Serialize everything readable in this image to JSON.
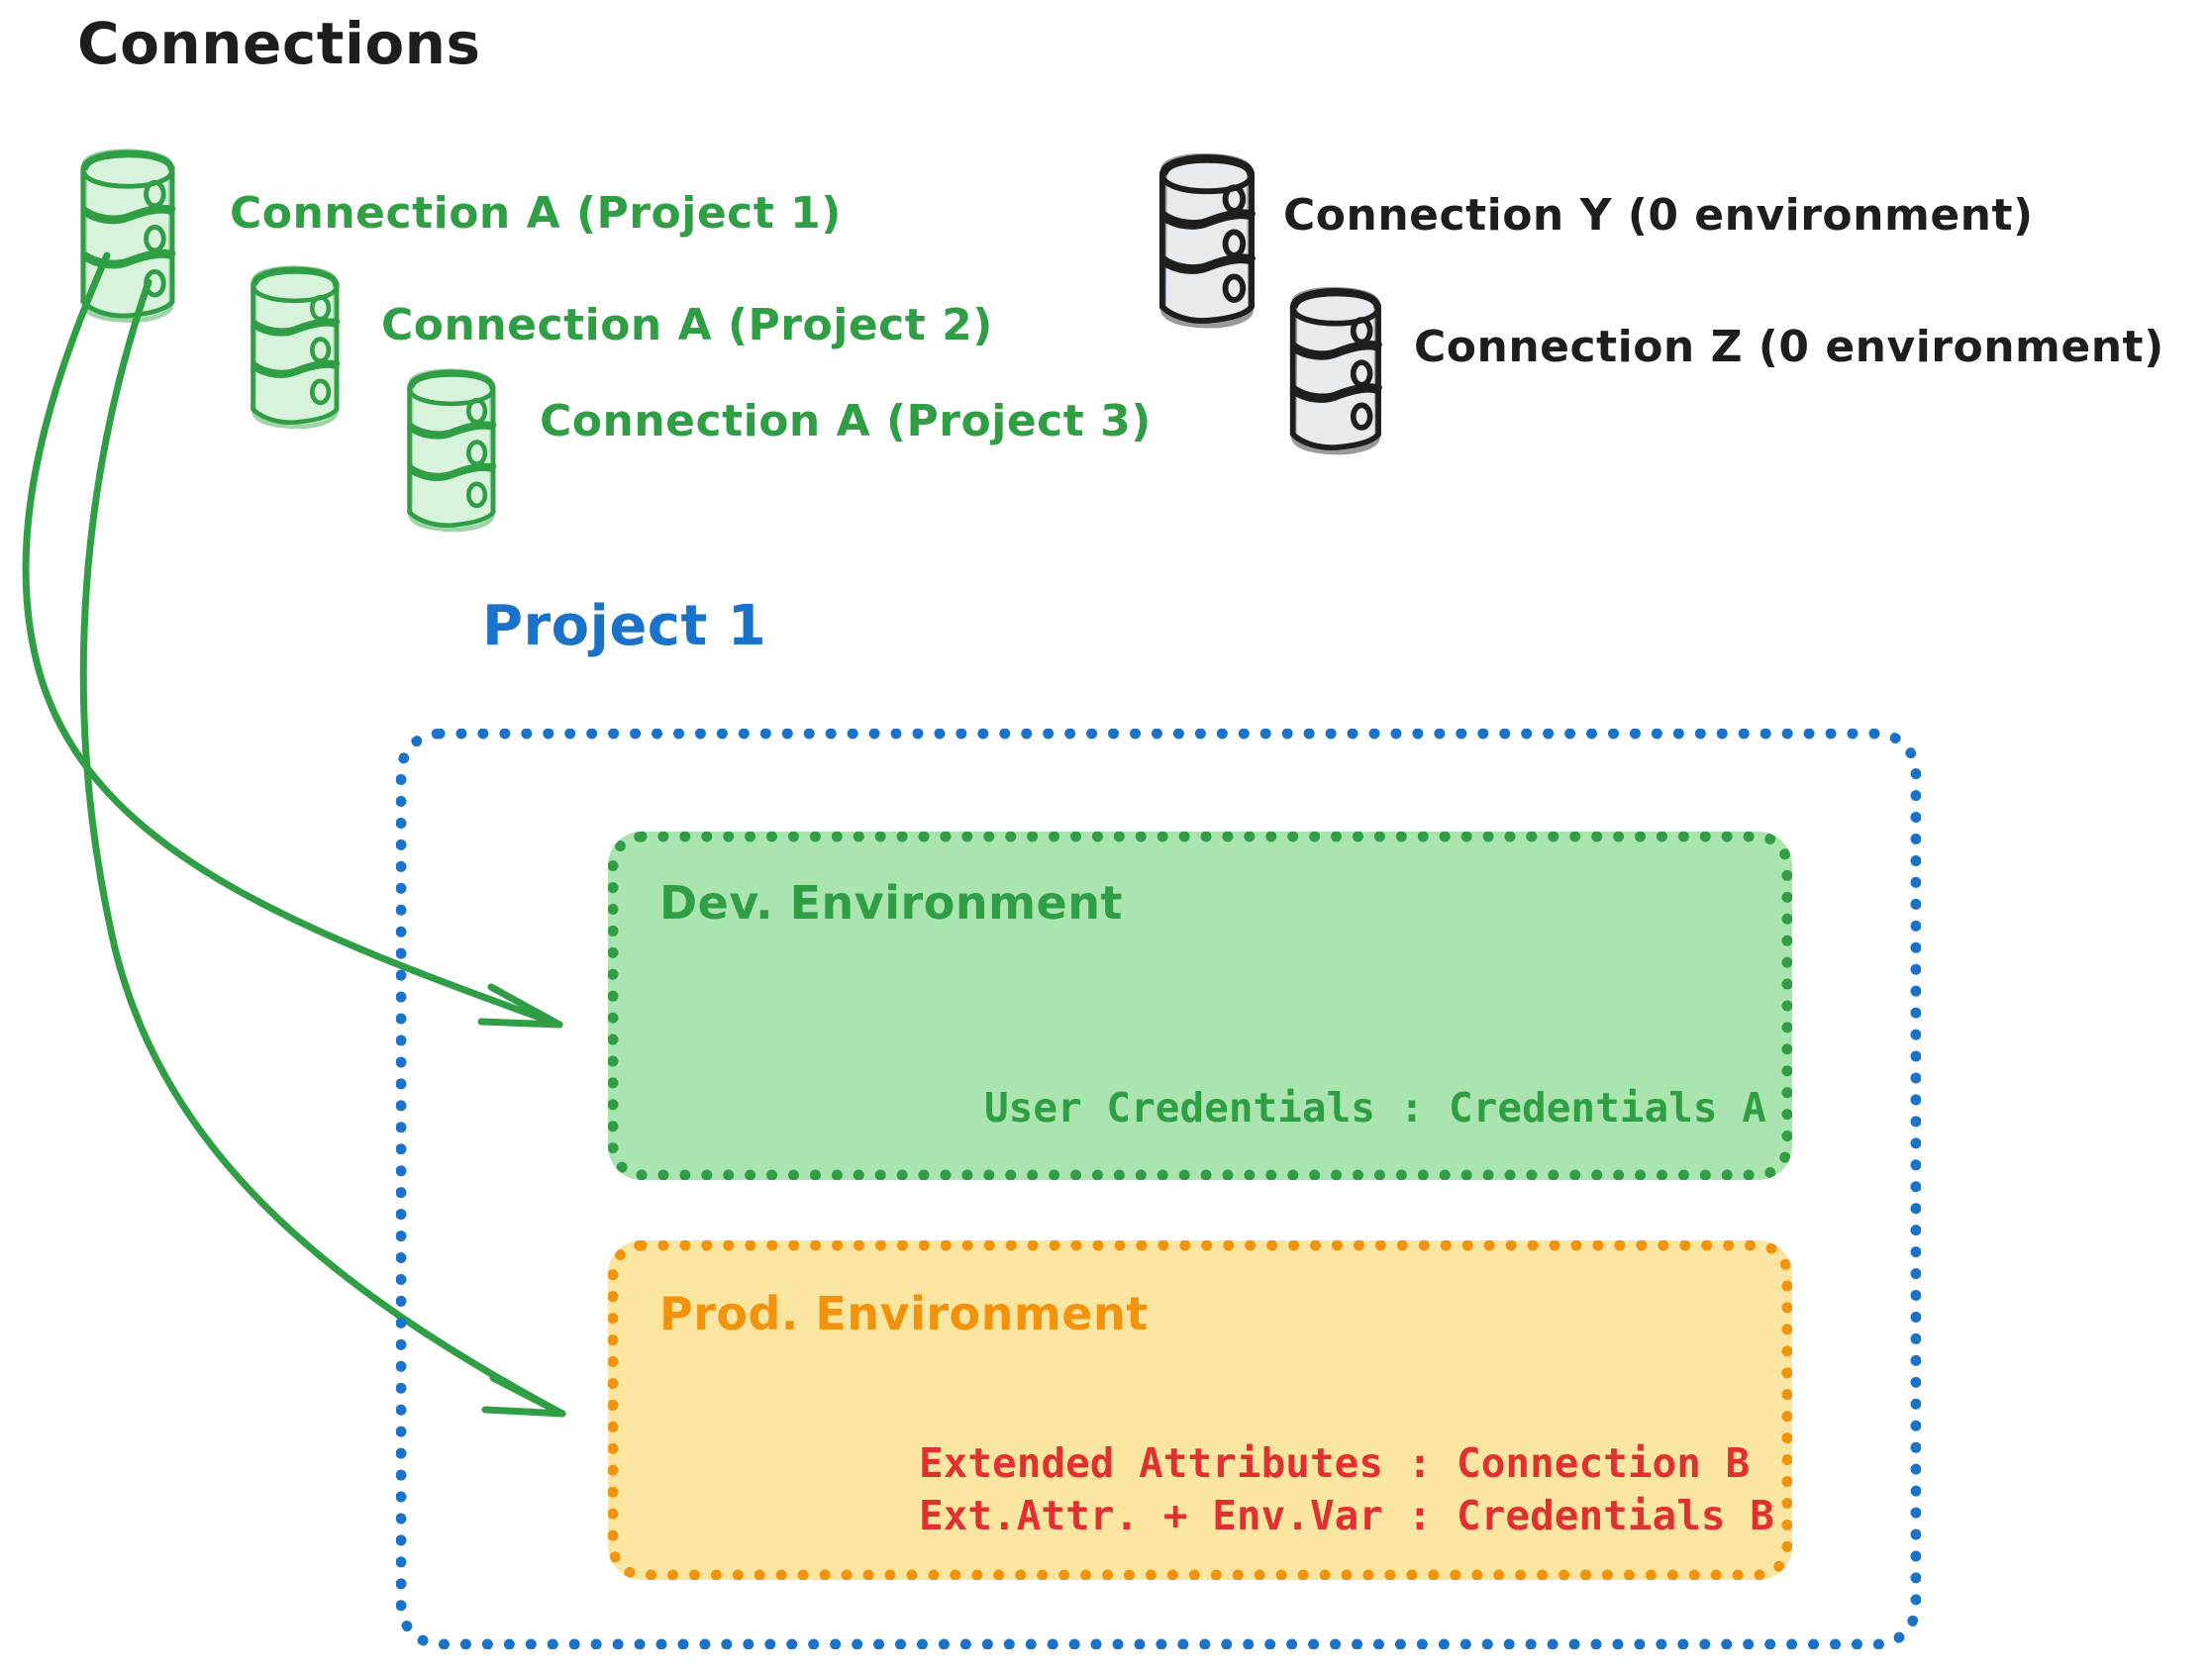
{
  "diagram": {
    "title": "Connections",
    "project": {
      "title": "Project 1"
    },
    "connections_green": [
      {
        "label": "Connection A (Project 1)",
        "icon": "database-icon",
        "color": "#2f9e44"
      },
      {
        "label": "Connection A (Project 2)",
        "icon": "database-icon",
        "color": "#2f9e44"
      },
      {
        "label": "Connection A (Project 3)",
        "icon": "database-icon",
        "color": "#2f9e44"
      }
    ],
    "connections_grey": [
      {
        "label": "Connection Y (0 environment)",
        "icon": "database-icon",
        "color": "#1e1e1e"
      },
      {
        "label": "Connection Z (0 environment)",
        "icon": "database-icon",
        "color": "#1e1e1e"
      }
    ],
    "environments": [
      {
        "name": "Dev. Environment",
        "color": "#2f9e44",
        "fill": "#aae5b0",
        "lines": [
          "User Credentials : Credentials A"
        ],
        "line_color": "#2f9e44"
      },
      {
        "name": "Prod. Environment",
        "color": "#f2930d",
        "fill": "#fae6a0",
        "lines": [
          "Extended Attributes : Connection B",
          "Ext.Attr. + Env.Var : Credentials B"
        ],
        "line_color": "#e03131"
      }
    ],
    "arrows": [
      {
        "name": "arrow-to-dev-environment",
        "color": "#2f9e44"
      },
      {
        "name": "arrow-to-prod-environment",
        "color": "#2f9e44"
      }
    ],
    "colors": {
      "green_stroke": "#2f9e44",
      "green_fill": "#aae5b0",
      "orange_stroke": "#f2930d",
      "orange_fill": "#fae6a0",
      "blue_stroke": "#1a73c8",
      "red_text": "#e03131",
      "grey_fill": "#ced4da",
      "black_stroke": "#1e1e1e"
    }
  }
}
